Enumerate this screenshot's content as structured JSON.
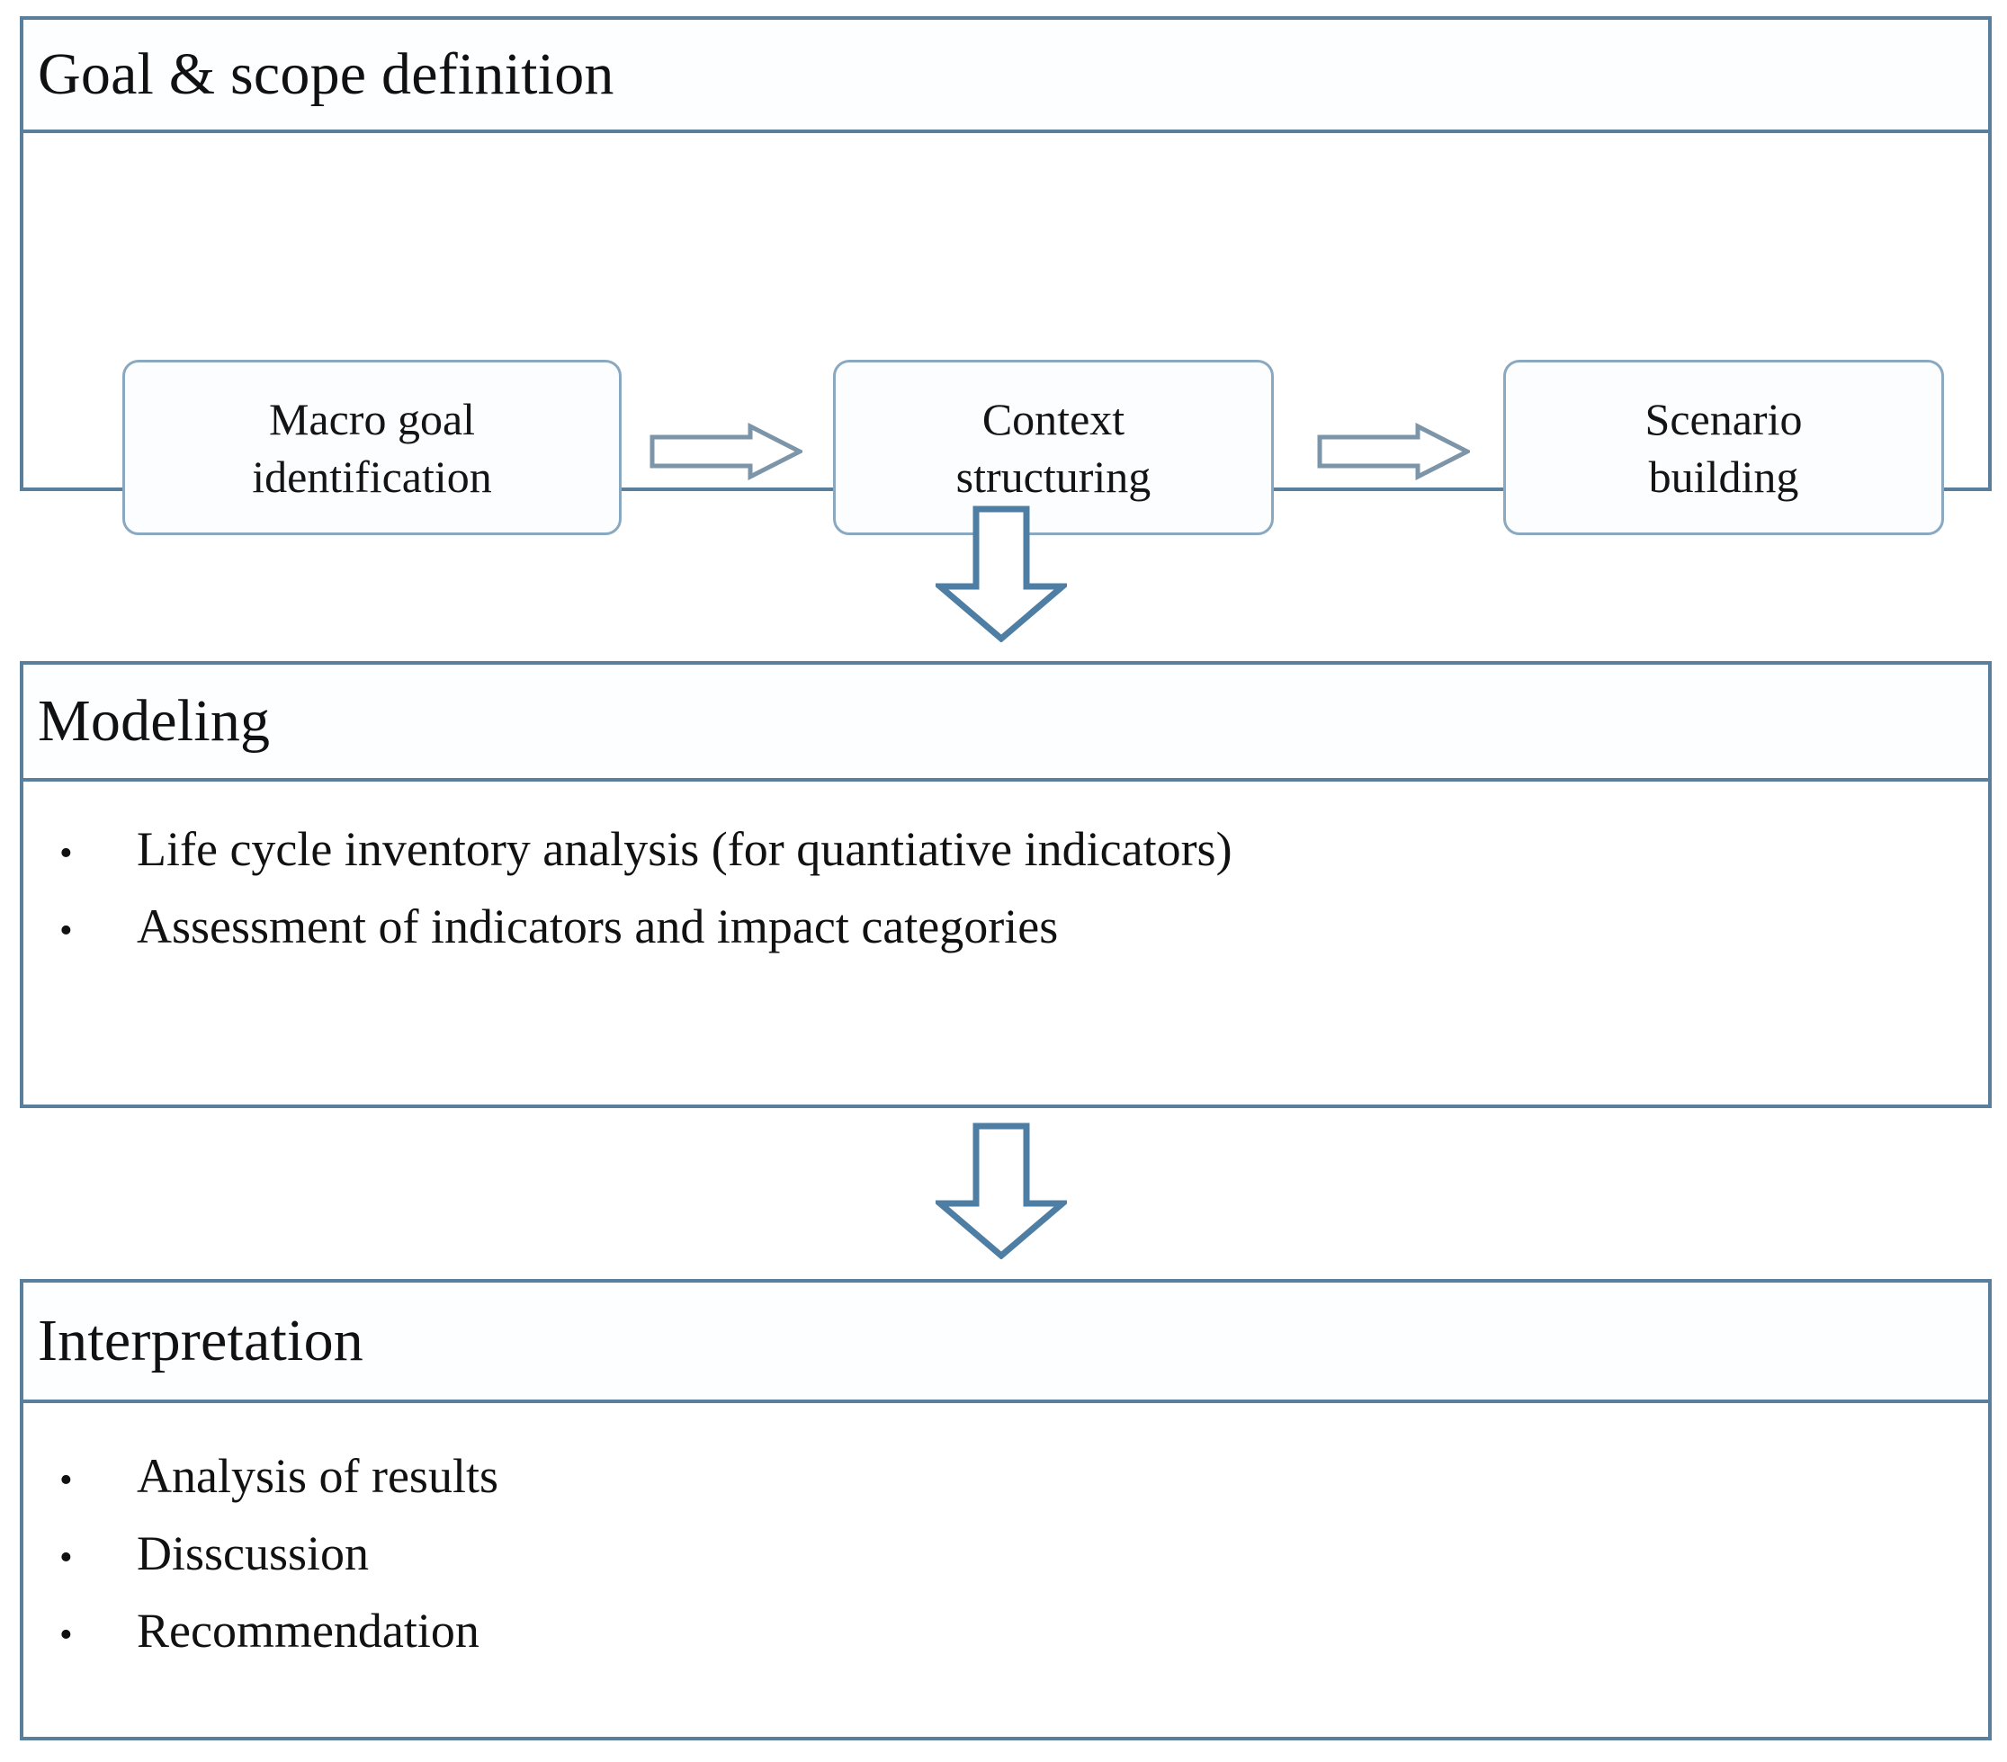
{
  "diagram": {
    "type": "flowchart",
    "title": "LCA-style methodological framework flow diagram",
    "accent_color": "#5a7f9c",
    "step_border_color": "#8aa9c0",
    "background_color": "#ffffff",
    "text_color": "#111111"
  },
  "sections": [
    {
      "id": "goal-scope",
      "title": "Goal & scope definition",
      "steps": [
        {
          "id": "macro-goal",
          "line1": "Macro goal",
          "line2": "identification"
        },
        {
          "id": "context-structuring",
          "line1": "Context",
          "line2": "structuring"
        },
        {
          "id": "scenario-building",
          "line1": "Scenario",
          "line2": "building"
        }
      ],
      "connectors": [
        {
          "id": "arrow-step-1-to-2",
          "direction": "right"
        },
        {
          "id": "arrow-step-2-to-3",
          "direction": "right"
        }
      ]
    },
    {
      "id": "modeling",
      "title": "Modeling",
      "bullets": [
        "Life cycle inventory analysis (for quantiative indicators)",
        "Assessment of indicators and impact categories"
      ]
    },
    {
      "id": "interpretation",
      "title": "Interpretation",
      "bullets": [
        "Analysis of results",
        "Disscussion",
        "Recommendation"
      ]
    }
  ],
  "flow_connectors": [
    {
      "id": "arrow-goal-to-modeling",
      "direction": "down"
    },
    {
      "id": "arrow-modeling-to-interpretation",
      "direction": "down"
    }
  ],
  "bullet_glyph": "•"
}
